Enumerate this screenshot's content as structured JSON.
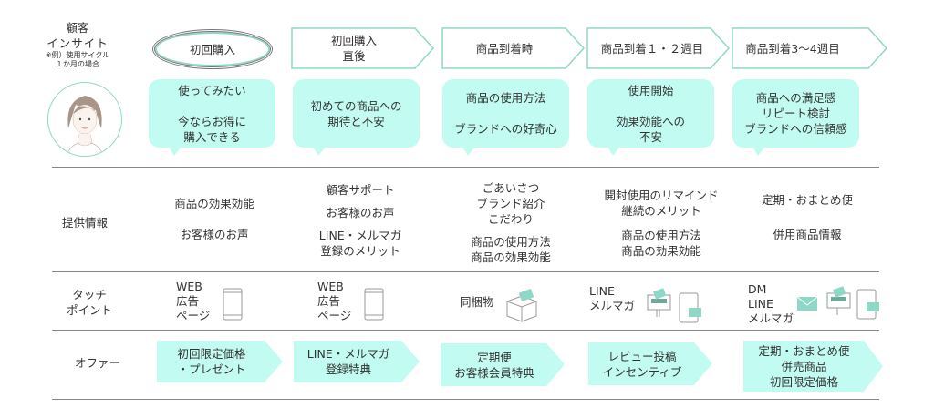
{
  "labels": {
    "insight_1": "顧客",
    "insight_2": "インサイト",
    "insight_note_1": "※例）使用サイクル",
    "insight_note_2": "１か月の場合",
    "info": "提供情報",
    "touch_1": "タッチ",
    "touch_2": "ポイント",
    "offer": "オファー"
  },
  "stages": [
    {
      "title": [
        "初回購入"
      ],
      "insight": [
        "使ってみたい",
        "",
        "今ならお得に",
        "購入できる"
      ],
      "info": [
        "商品の効果効能",
        "",
        "お客様のお声"
      ],
      "touch": [
        "WEB",
        "広告",
        "ページ"
      ],
      "offer": [
        "初回限定価格",
        "・プレゼント"
      ]
    },
    {
      "title": [
        "初回購入",
        "直後"
      ],
      "insight": [
        "初めての商品への",
        "期待と不安"
      ],
      "info": [
        "顧客サポート",
        "",
        "お客様のお声",
        "",
        "LINE・メルマガ",
        "登録のメリット"
      ],
      "touch": [
        "WEB",
        "広告",
        "ページ"
      ],
      "offer": [
        "LINE・メルマガ",
        "登録特典"
      ]
    },
    {
      "title": [
        "商品到着時"
      ],
      "insight": [
        "商品の使用方法",
        "",
        "ブランドへの好奇心"
      ],
      "info": [
        "ごあいさつ",
        "ブランド紹介",
        "こだわり",
        "",
        "商品の使用方法",
        "商品の効果効能"
      ],
      "touch": [
        "同梱物"
      ],
      "offer": [
        "定期便",
        "お客様会員特典"
      ]
    },
    {
      "title": [
        "商品到着１・２週目"
      ],
      "insight": [
        "使用開始",
        "",
        "効果効能への",
        "不安"
      ],
      "info": [
        "開封使用のリマインド",
        "継続のメリット",
        "",
        "商品の使用方法",
        "商品の効果効能"
      ],
      "touch": [
        "LINE",
        "メルマガ"
      ],
      "offer": [
        "レビュー投稿",
        "インセンティブ"
      ]
    },
    {
      "title": [
        "商品到着3〜4週目"
      ],
      "insight": [
        "商品への満足感",
        "リピート検討",
        "ブランドへの信頼感"
      ],
      "info": [
        "定期・おまとめ便",
        "",
        "",
        "併用商品情報"
      ],
      "touch": [
        "DM",
        "LINE",
        "メルマガ"
      ],
      "offer": [
        "定期・おまとめ便",
        "併売商品",
        "初回限定価格"
      ]
    }
  ],
  "colors": {
    "accent": "#8fd8c8",
    "fill": "#c2fbf1",
    "line": "#888888"
  }
}
